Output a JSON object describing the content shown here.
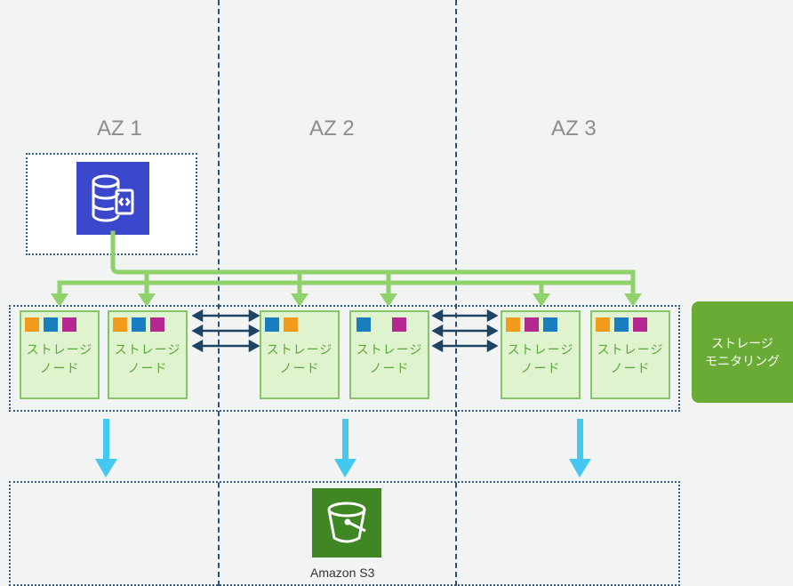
{
  "az_labels": [
    "AZ 1",
    "AZ 2",
    "AZ 3"
  ],
  "storage_node": {
    "line1": "ストレージ",
    "line2": "ノード"
  },
  "storage_monitoring": {
    "line1": "ストレージ",
    "line2": "モニタリング"
  },
  "s3": {
    "label": "Amazon S3"
  },
  "colors": {
    "orange": "#f59b1b",
    "blue": "#1a7dbf",
    "magenta": "#b5288f",
    "green_line": "#8fd16a",
    "cyan_arrow": "#45c8f0",
    "navy_arrow": "#1e4463",
    "database_icon_bg": "#3b48cc",
    "s3_icon_bg": "#3f8624"
  },
  "icons": {
    "database": "database-icon",
    "s3": "s3-bucket-icon"
  }
}
